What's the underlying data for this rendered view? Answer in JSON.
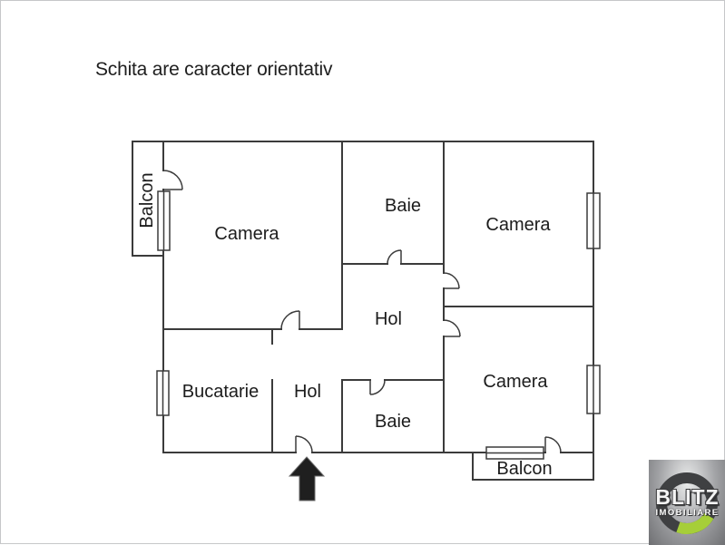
{
  "disclaimer": "Schita are caracter orientativ",
  "rooms": {
    "balcon_tl": "Balcon",
    "camera_tl": "Camera",
    "baie_top": "Baie",
    "camera_tr": "Camera",
    "hol_mid": "Hol",
    "bucatarie": "Bucatarie",
    "hol_bottom": "Hol",
    "baie_bottom": "Baie",
    "camera_br": "Camera",
    "balcon_br": "Balcon"
  },
  "icons": {
    "entrance_arrow": "arrow-up"
  },
  "logo": {
    "title": "BLITZ",
    "subtitle": "IMOBILIARE",
    "ring_dark": "#3f4042",
    "accent_green": "#a6ce39"
  },
  "colors": {
    "wall": "#3b3b3b",
    "text": "#1c1c1c",
    "arrow": "#1f1f1f"
  }
}
